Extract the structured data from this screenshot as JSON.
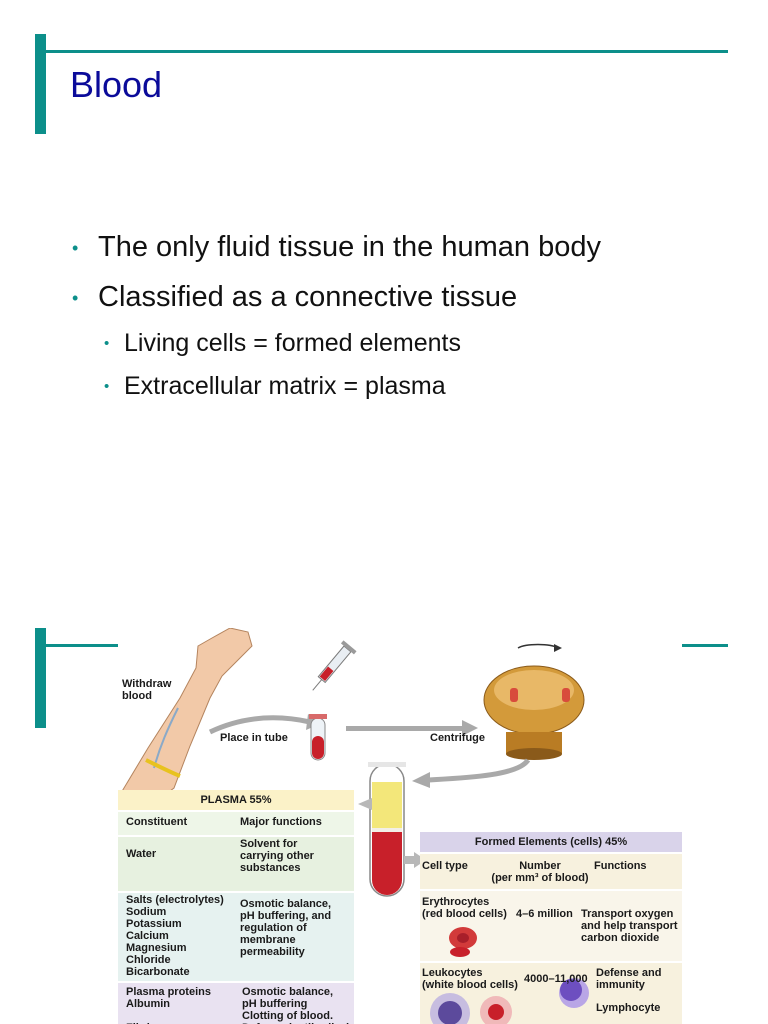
{
  "slide1": {
    "title": "Blood",
    "bullets": [
      "The only fluid tissue in the human body",
      "Classified as a connective tissue"
    ],
    "sub_bullets": [
      "Living cells = formed elements",
      "Extracellular matrix = plasma"
    ]
  },
  "figure": {
    "steps": {
      "withdraw": "Withdraw\nblood",
      "place": "Place in tube",
      "centrifuge": "Centrifuge"
    },
    "plasma": {
      "header": "PLASMA 55%",
      "col_constituent": "Constituent",
      "col_functions": "Major functions",
      "water": "Water",
      "water_fn": "Solvent for\ncarrying other\nsubstances",
      "salts": "Salts (electrolytes)\n   Sodium\n   Potassium\n   Calcium\n   Magnesium\n   Chloride\n   Bicarbonate",
      "salts_fn": "Osmotic balance,\npH buffering, and\nregulation of\nmembrane\npermeability",
      "proteins": "Plasma proteins\n   Albumin\n\n   Fibrinogen",
      "proteins_fn": "Osmotic balance,\npH buffering\nClotting of blood.\nDefense (antibodies),"
    },
    "formed": {
      "header": "Formed Elements (cells) 45%",
      "col_type": "Cell type",
      "col_number": "Number\n(per mm³ of blood)",
      "col_functions": "Functions",
      "erythrocytes": "Erythrocytes\n(red blood cells)",
      "erythrocytes_num": "4–6 million",
      "erythrocytes_fn": "Transport oxygen\nand help transport\ncarbon dioxide",
      "leukocytes": "Leukocytes\n(white blood cells)",
      "leukocytes_num": "4000–11,000",
      "leukocytes_fn": "Defense and\nimmunity",
      "lymphocyte": "Lymphocyte"
    }
  },
  "colors": {
    "accent": "#0c8f8a",
    "title": "#0b0b9a",
    "blood": "#c8202a",
    "plasma": "#f3e77a",
    "formed_band": "#d9d3ea"
  }
}
